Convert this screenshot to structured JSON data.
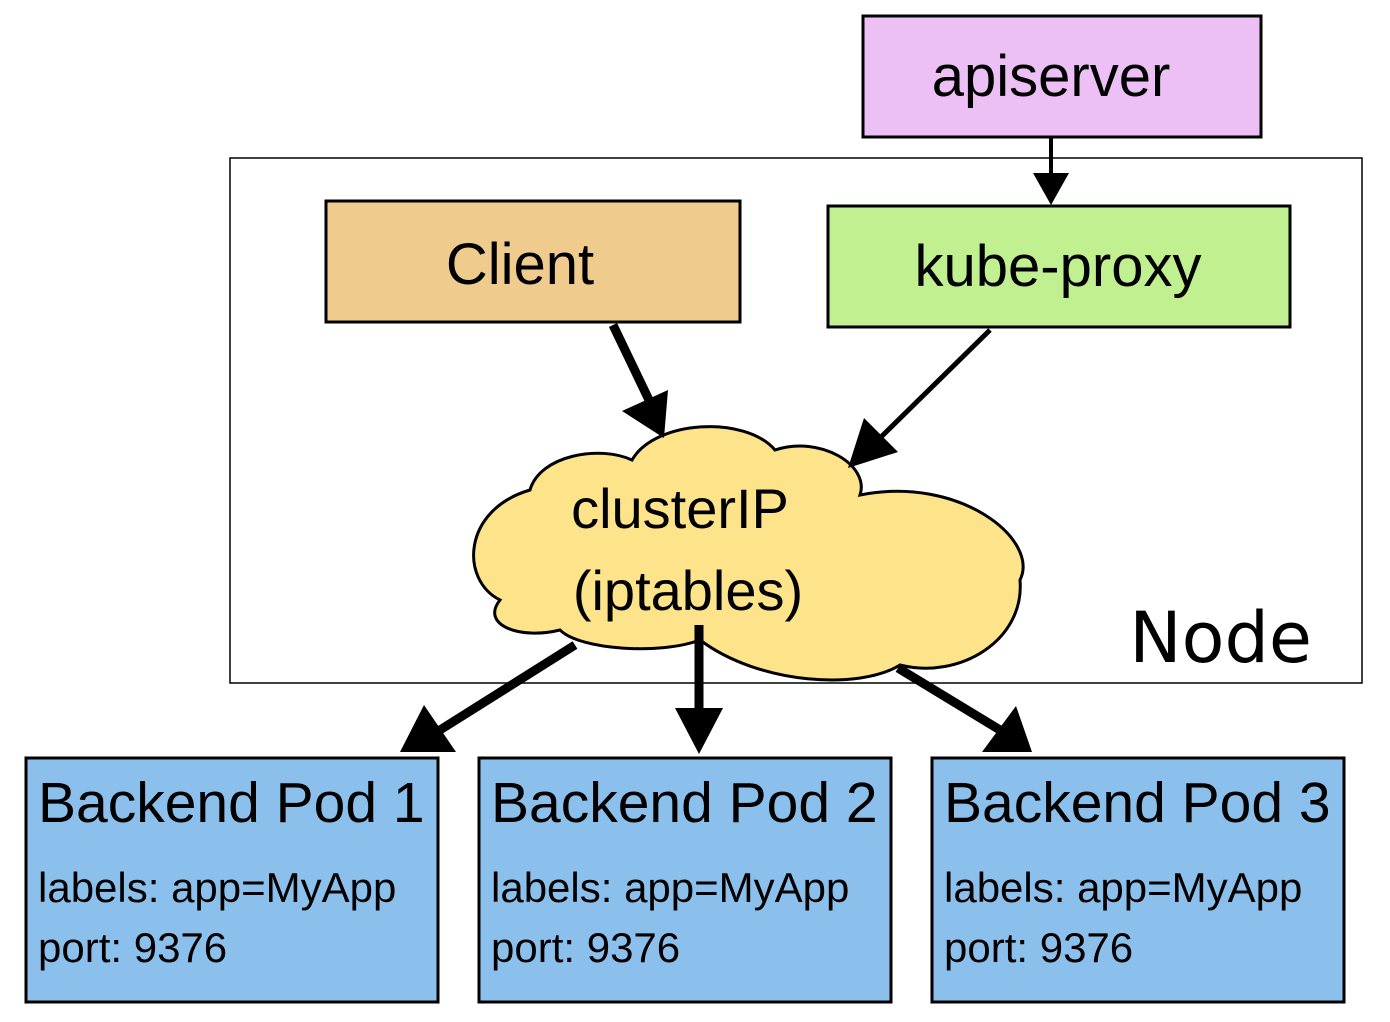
{
  "diagram": {
    "apiserver": {
      "label": "apiserver",
      "fill": "#ecc0f4"
    },
    "node": {
      "label": "Node"
    },
    "client": {
      "label": "Client",
      "fill": "#efcb8d"
    },
    "kube_proxy": {
      "label": "kube-proxy",
      "fill": "#c0f08f"
    },
    "cluster_ip": {
      "line1": "clusterIP",
      "line2": "(iptables)",
      "fill": "#fde38a"
    },
    "pods": [
      {
        "title": "Backend Pod 1",
        "labels": "labels: app=MyApp",
        "port": "port: 9376"
      },
      {
        "title": "Backend Pod 2",
        "labels": "labels: app=MyApp",
        "port": "port: 9376"
      },
      {
        "title": "Backend Pod 3",
        "labels": "labels: app=MyApp",
        "port": "port: 9376"
      }
    ],
    "pod_fill": "#8cc0ec"
  }
}
